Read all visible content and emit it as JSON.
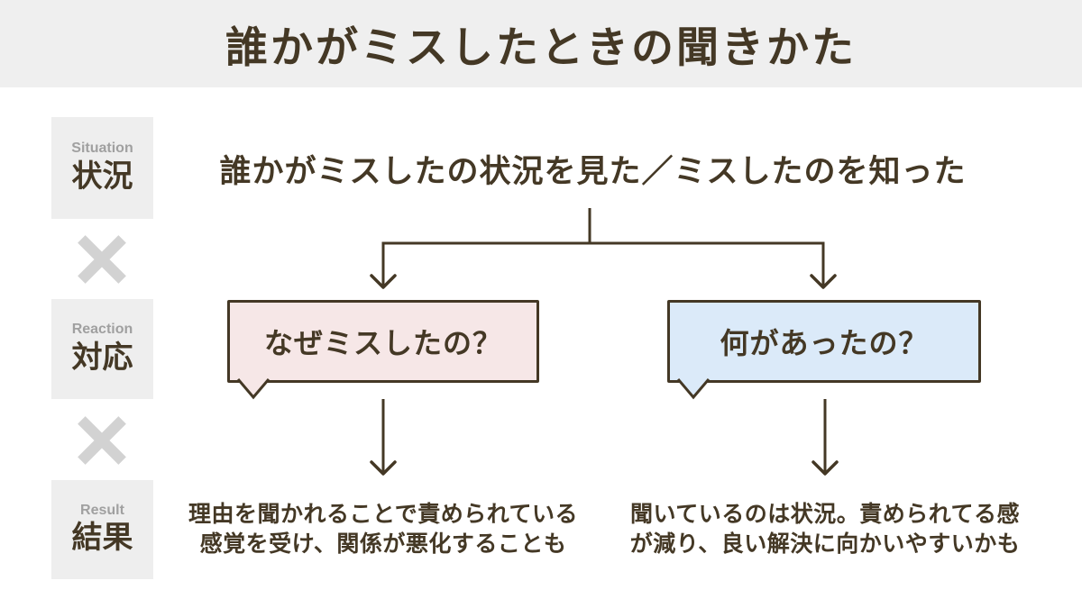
{
  "title": "誰かがミスしたときの聞きかた",
  "sidebar": {
    "steps": [
      {
        "en": "Situation",
        "ja": "状況"
      },
      {
        "en": "Reaction",
        "ja": "対応"
      },
      {
        "en": "Result",
        "ja": "結果"
      }
    ],
    "separator_icon": "multiply-cross"
  },
  "flow": {
    "trigger": "誰かがミスしたの状況を見た／ミスしたのを知った",
    "branches": [
      {
        "question": "なぜミスしたの？",
        "bubble_color": "#f6e7e7",
        "result_line1": "理由を聞かれることで責められている",
        "result_line2": "感覚を受け、関係が悪化することも"
      },
      {
        "question": "何があったの？",
        "bubble_color": "#dbeaf9",
        "result_line1": "聞いているのは状況。責められてる感",
        "result_line2": "が減り、良い解決に向かいやすいかも"
      }
    ]
  },
  "colors": {
    "accent_brown": "#443825",
    "header_bg": "#efefef",
    "rail_box_bg": "#eeeeee",
    "cross_gray": "#d2d2d2",
    "label_gray": "#a0a0a0",
    "bubble_left_bg": "#f6e7e7",
    "bubble_right_bg": "#dbeaf9"
  }
}
